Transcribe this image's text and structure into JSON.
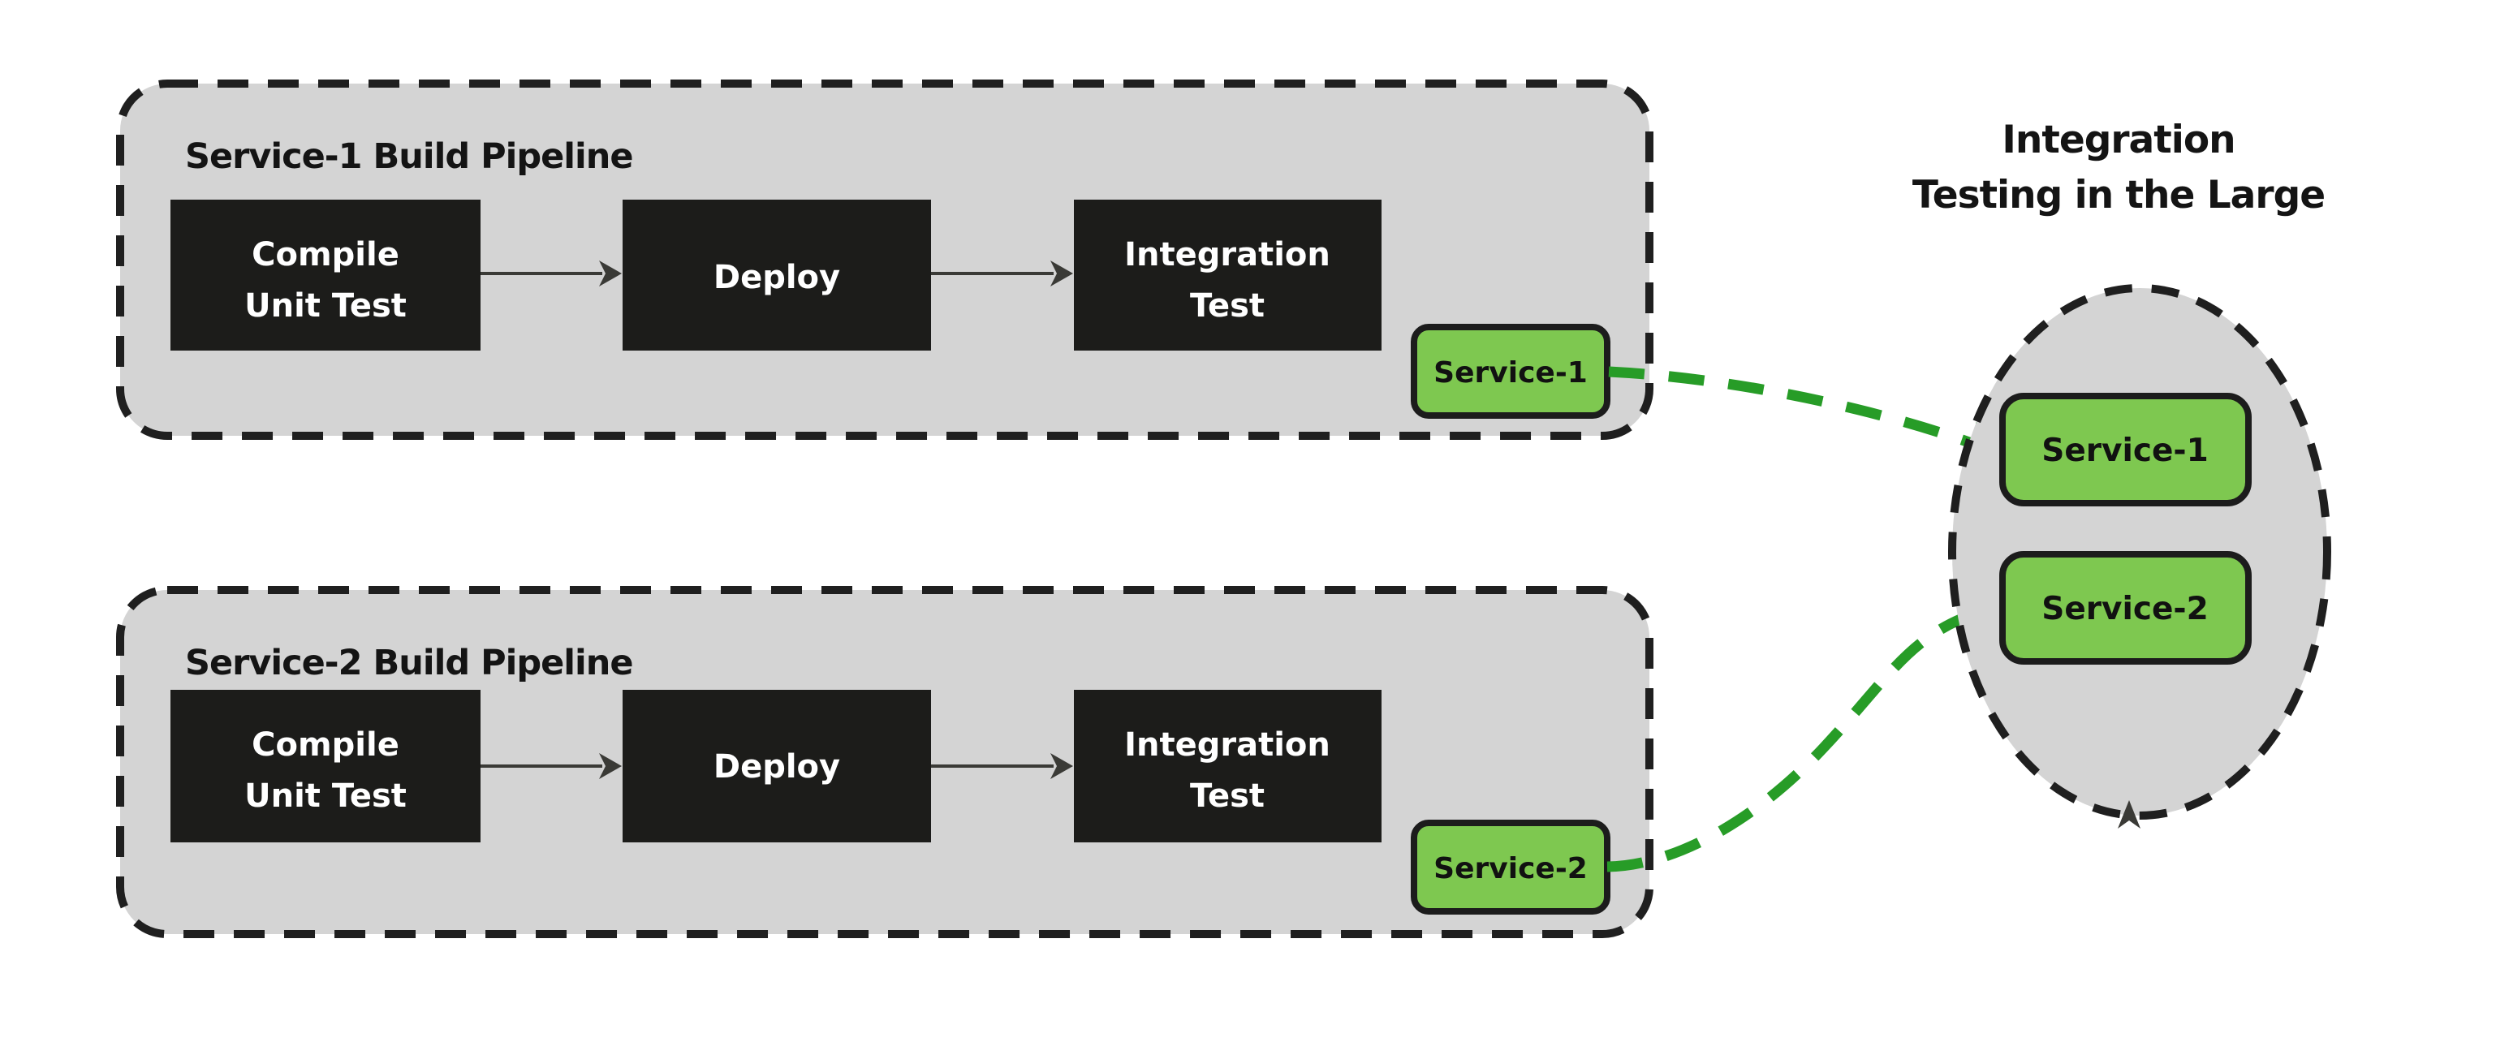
{
  "pipelines": [
    {
      "title": "Service-1 Build Pipeline",
      "stages": [
        {
          "lines": [
            "Compile",
            "Unit Test"
          ]
        },
        {
          "lines": [
            "Deploy"
          ]
        },
        {
          "lines": [
            "Integration",
            "Test"
          ]
        }
      ],
      "badge": "Service-1"
    },
    {
      "title": "Service-2 Build Pipeline",
      "stages": [
        {
          "lines": [
            "Compile",
            "Unit Test"
          ]
        },
        {
          "lines": [
            "Deploy"
          ]
        },
        {
          "lines": [
            "Integration",
            "Test"
          ]
        }
      ],
      "badge": "Service-2"
    }
  ],
  "integration_env": {
    "title_lines": [
      "Integration",
      "Testing in the Large"
    ],
    "services": [
      "Service-1",
      "Service-2"
    ]
  },
  "colors": {
    "background": "#ffffff",
    "container_fill": "#d4d4d4",
    "dashed_border": "#1f1f1f",
    "stage_fill": "#1c1c1a",
    "stage_text": "#ffffff",
    "service_fill": "#7ec850",
    "service_border": "#1c1c1c",
    "service_text": "#111111",
    "flow_arrow": "#3a3a36",
    "link_green": "#279c27"
  }
}
